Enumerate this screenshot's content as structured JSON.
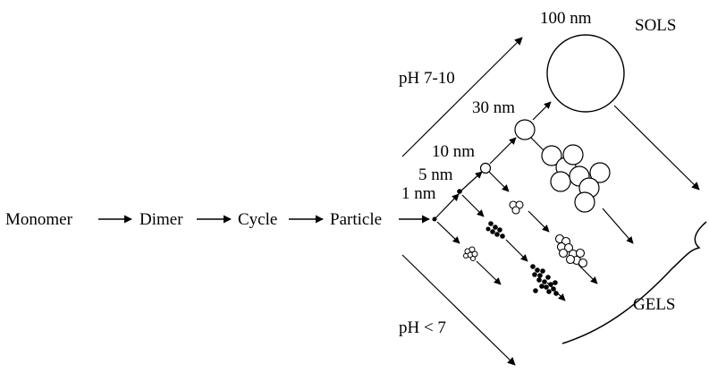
{
  "chain": {
    "monomer": "Monomer",
    "dimer": "Dimer",
    "cycle": "Cycle",
    "particle": "Particle"
  },
  "sizes": {
    "s1": "1 nm",
    "s5": "5 nm",
    "s10": "10 nm",
    "s30": "30 nm",
    "s100": "100 nm"
  },
  "conditions": {
    "high": "pH 7-10",
    "low": "pH < 7"
  },
  "outcomes": {
    "sols": "SOLS",
    "gels": "GELS"
  }
}
